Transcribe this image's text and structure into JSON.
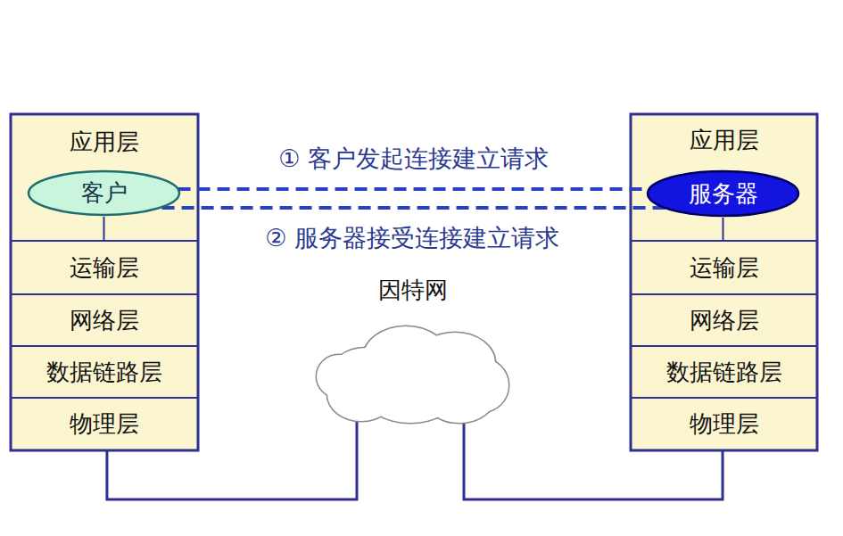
{
  "diagram": {
    "nodes": [
      {
        "text": [
          "应用层"
        ]
      },
      {
        "text": [
          "客户"
        ],
        "in": 0
      },
      {
        "text": [
          "运输层"
        ]
      },
      {
        "text": [
          "网络层"
        ]
      },
      {
        "text": [
          "数据链路层"
        ]
      },
      {
        "text": [
          "物理层"
        ]
      },
      {
        "text": [
          "应用层"
        ]
      },
      {
        "text": [
          "服务器"
        ],
        "in": 6
      },
      {
        "text": [
          "运输层"
        ]
      },
      {
        "text": [
          "网络层"
        ]
      },
      {
        "text": [
          "数据链路层"
        ]
      },
      {
        "text": [
          "物理层"
        ]
      },
      {
        "text": [
          "因特网"
        ]
      }
    ],
    "edges": [
      {
        "from": 1,
        "to": 7,
        "arrow": "none",
        "label": "① 客户发起连接建立请求"
      },
      {
        "from": 7,
        "to": 1,
        "arrow": "none",
        "label": "② 服务器接受连接建立请求"
      },
      {
        "from": 1,
        "to": 2,
        "arrow": "none"
      },
      {
        "from": 7,
        "to": 8,
        "arrow": "none"
      },
      {
        "from": 5,
        "to": 12,
        "arrow": "none"
      },
      {
        "from": 11,
        "to": 12,
        "arrow": "none"
      }
    ]
  }
}
